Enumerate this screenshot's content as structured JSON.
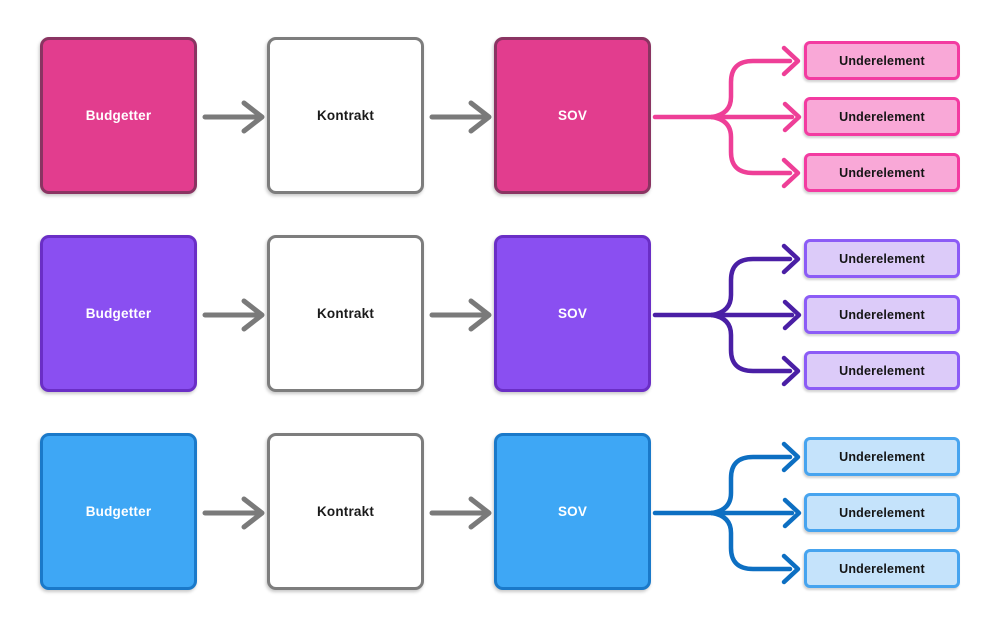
{
  "diagram": {
    "connector_color": "#7a7a7a",
    "rows": [
      {
        "id": "pink-flow",
        "nodes": {
          "budgetter": "Budgetter",
          "kontrakt": "Kontrakt",
          "sov": "SOV"
        },
        "subelements": [
          "Underelement",
          "Underelement",
          "Underelement"
        ],
        "colors": {
          "main_fill": "#e23d8e",
          "main_border": "#8a3462",
          "arrow": "#ee3f97",
          "sub_fill": "#f9a8d7",
          "sub_border": "#f33ba1"
        }
      },
      {
        "id": "purple-flow",
        "nodes": {
          "budgetter": "Budgetter",
          "kontrakt": "Kontrakt",
          "sov": "SOV"
        },
        "subelements": [
          "Underelement",
          "Underelement",
          "Underelement"
        ],
        "colors": {
          "main_fill": "#8a4ff1",
          "main_border": "#6a2ec6",
          "arrow": "#4a1fa5",
          "sub_fill": "#dccbf9",
          "sub_border": "#8c5cf6"
        }
      },
      {
        "id": "blue-flow",
        "nodes": {
          "budgetter": "Budgetter",
          "kontrakt": "Kontrakt",
          "sov": "SOV"
        },
        "subelements": [
          "Underelement",
          "Underelement",
          "Underelement"
        ],
        "colors": {
          "main_fill": "#3ea7f5",
          "main_border": "#1a79c9",
          "arrow": "#0d6fc2",
          "sub_fill": "#c5e3fb",
          "sub_border": "#47a4ef"
        }
      }
    ]
  }
}
